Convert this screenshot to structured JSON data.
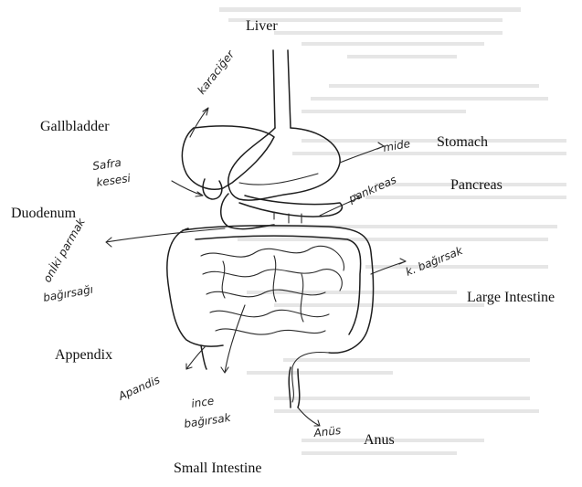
{
  "labels": {
    "liver": "Liver",
    "gallbladder": "Gallbladder",
    "stomach": "Stomach",
    "pancreas": "Pancreas",
    "duodenum": "Duodenum",
    "large_intestine": "Large Intestine",
    "appendix": "Appendix",
    "anus": "Anus",
    "small_intestine": "Small Intestine"
  },
  "handwritten": {
    "karaciger": "karaciğer",
    "safra_1": "Safra",
    "safra_2": "kesesi",
    "mide": "mide",
    "pankreas": "pankreas",
    "onikiparmak_1": "onİki parmak",
    "onikiparmak_2": "bağırsağı",
    "kalin_bagirsak": "k. bağırsak",
    "apandis": "Apandis",
    "ince_1": "ince",
    "ince_2": "bağırsak",
    "anus": "Anüs"
  },
  "colors": {
    "ink": "#1e1e1e",
    "background_text": "#c9c9c9",
    "paper": "#ffffff"
  }
}
